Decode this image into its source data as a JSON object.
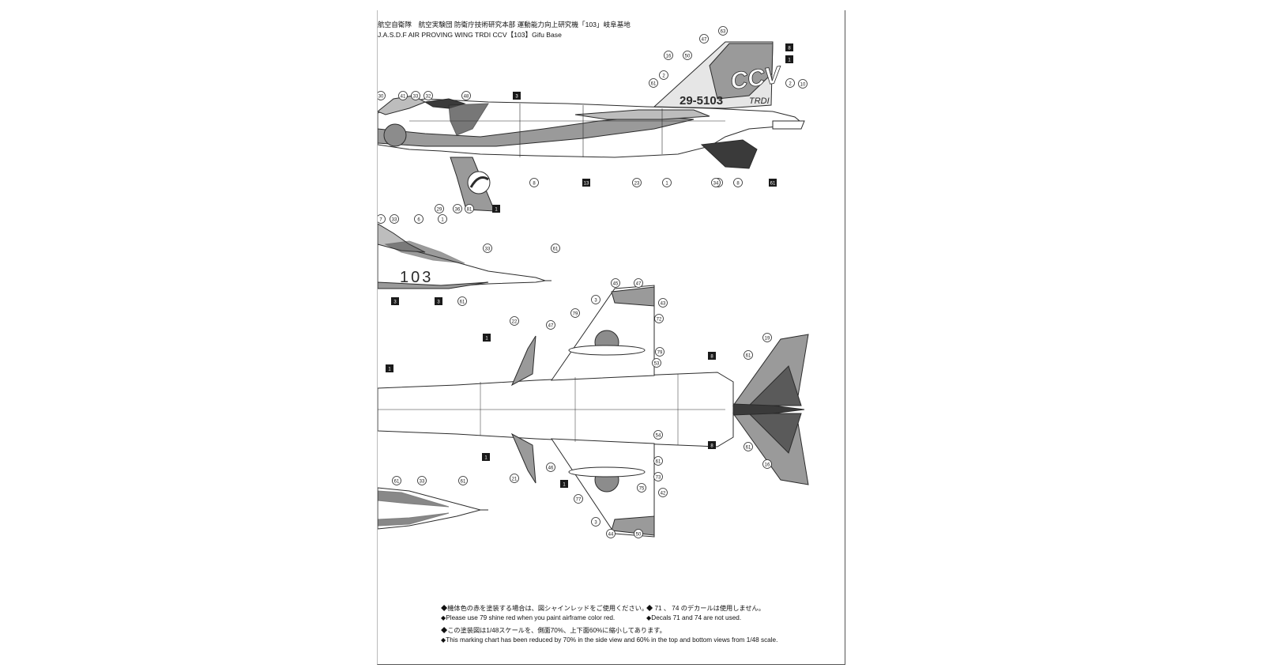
{
  "header": {
    "title_jp": "航空自衛隊　航空実験団 防衛庁技術研究本部 運動能力向上研究機「103」岐阜基地",
    "title_en": "J.A.S.D.F  AIR PROVING WING TRDI CCV【103】Gifu Base"
  },
  "aircraft": {
    "tail_code": "CCV",
    "serial": "29-5103",
    "tail_text": "TRDI",
    "nose_number": "103"
  },
  "callouts": {
    "side_top": [
      "63",
      "47",
      "16",
      "50",
      "8",
      "1",
      "61",
      "2",
      "2",
      "10",
      "30",
      "41",
      "33",
      "32",
      "48",
      "3",
      "1",
      "8",
      "13",
      "23",
      "1",
      "34",
      "8",
      "61",
      "29",
      "36",
      "81",
      "1"
    ],
    "side_nose": [
      "7",
      "33",
      "6",
      "1",
      "33",
      "61",
      "3",
      "3",
      "61"
    ],
    "bottom_view": [
      "45",
      "47",
      "3",
      "79",
      "43",
      "72",
      "22",
      "47",
      "1",
      "79",
      "53",
      "8",
      "61",
      "19",
      "1",
      "54",
      "1",
      "8",
      "61",
      "61",
      "73",
      "21",
      "46",
      "1",
      "77",
      "3",
      "75",
      "42",
      "44",
      "50",
      "16"
    ],
    "nose_bottom": [
      "61",
      "33",
      "61"
    ]
  },
  "notes": {
    "jp_1": "◆機体色の赤を塗装する場合は、図シャインレッドをご使用ください。",
    "jp_1b": "◆ 71 、 74 のデカールは使用しません。",
    "en_1": "◆Please use 79 shine red when you paint airframe color red.",
    "en_1b": "◆Decals 71 and 74 are not used.",
    "jp_2": "◆この塗装図は1/48スケールを、側面70%、上下面60%に縮小してあります。",
    "en_2": "◆This marking chart has been reduced by 70% in the side view and 60% in the top and bottom views from 1/48 scale."
  },
  "colors": {
    "paper": "#ffffff",
    "line": "#2b2b2b",
    "red_tone": "#8c8c8c",
    "dark_tone": "#3a3a3a",
    "light_tone": "#d9d9d9"
  }
}
